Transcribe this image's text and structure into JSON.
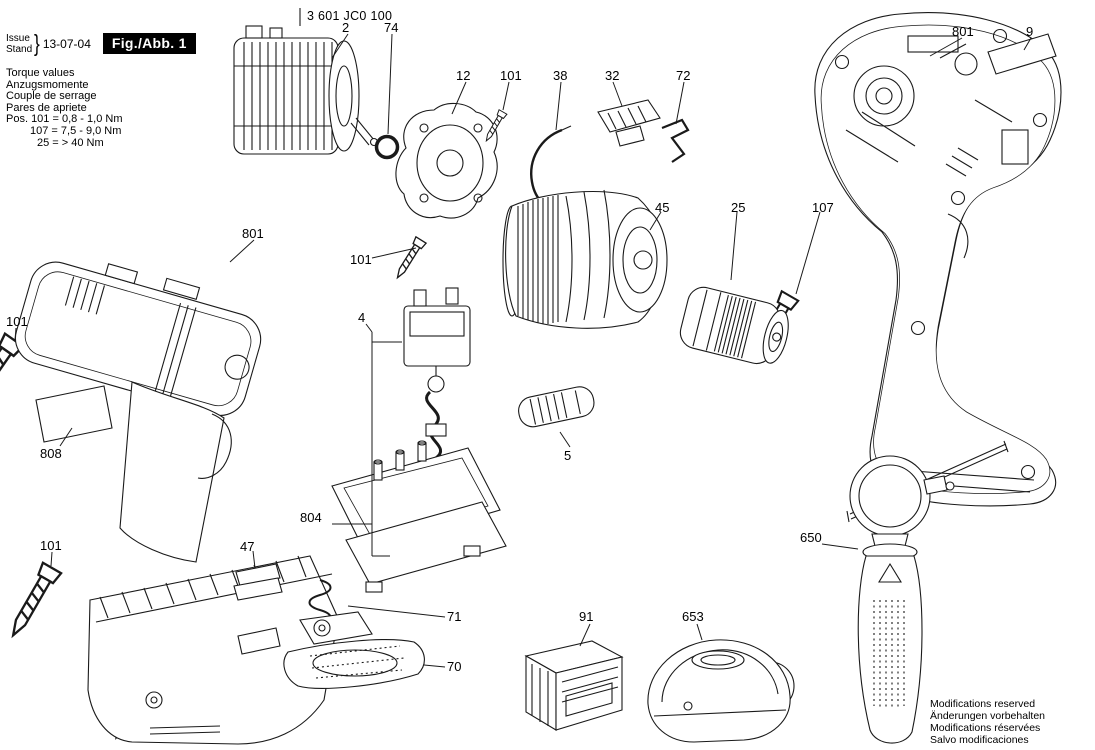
{
  "header": {
    "part_number": "3 601 JC0 100",
    "issue_label": "Issue",
    "stand_label": "Stand",
    "brace": "}",
    "date": "13-07-04",
    "figure_label": "Fig./Abb. 1"
  },
  "torque_block": {
    "title_lines": [
      "Torque values",
      "Anzugsmomente",
      "Couple de serrage",
      "Pares de apriete"
    ],
    "pos_line_1": "Pos. 101 = 0,8 - 1,0 Nm",
    "pos_line_2": "107 = 7,5 - 9,0 Nm",
    "pos_line_3": "25 = > 40 Nm"
  },
  "footer": {
    "line_1": "Modifications reserved",
    "line_2": "Änderungen vorbehalten",
    "line_3": "Modifications réservées",
    "line_4": "Salvo modificaciones"
  },
  "part_labels": [
    {
      "text": "2"
    },
    {
      "text": "74"
    },
    {
      "text": "12"
    },
    {
      "text": "101"
    },
    {
      "text": "38"
    },
    {
      "text": "32"
    },
    {
      "text": "72"
    },
    {
      "text": "801"
    },
    {
      "text": "9"
    },
    {
      "text": "45"
    },
    {
      "text": "25"
    },
    {
      "text": "107"
    },
    {
      "text": "801"
    },
    {
      "text": "101"
    },
    {
      "text": "101"
    },
    {
      "text": "4"
    },
    {
      "text": "808"
    },
    {
      "text": "5"
    },
    {
      "text": "804"
    },
    {
      "text": "101"
    },
    {
      "text": "47"
    },
    {
      "text": "650"
    },
    {
      "text": "71"
    },
    {
      "text": "91"
    },
    {
      "text": "653"
    },
    {
      "text": "70"
    }
  ],
  "colors": {
    "line": "#1a1a1a",
    "background": "#ffffff",
    "figure_box": "#000000"
  }
}
